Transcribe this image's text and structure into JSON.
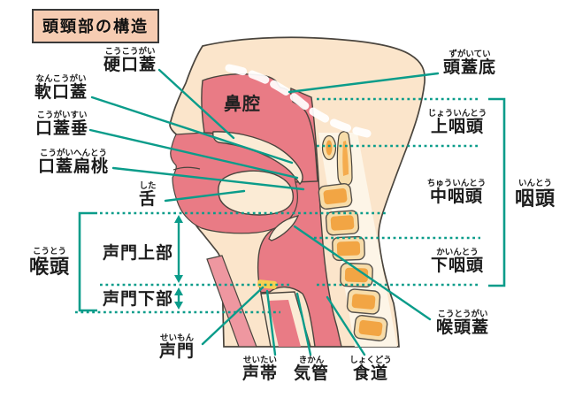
{
  "title": "頭頸部の構造",
  "colors": {
    "teal_accent": "#0a9c8a",
    "skin": "#fbe5cb",
    "cavity_pink": "#e97b85",
    "structure_cream": "#fbebd5",
    "vertebra_orange": "#f2a544",
    "vertebra_ring": "#f7dca9",
    "glottis_yellow": "#f7cf52",
    "outline": "#4a453e",
    "title_box_bg": "#f6ccb2"
  },
  "figure": {
    "nasal_cavity": "鼻腔"
  },
  "labels": {
    "hard_palate": {
      "furigana": "こうこうがい",
      "text": "硬口蓋"
    },
    "soft_palate": {
      "furigana": "なんこうがい",
      "text": "軟口蓋"
    },
    "uvula": {
      "furigana": "こうがいすい",
      "text": "口蓋垂"
    },
    "palatine_tonsil": {
      "furigana": "こうがいへんとう",
      "text": "口蓋扁桃"
    },
    "tongue": {
      "furigana": "した",
      "text": "舌"
    },
    "skull_base": {
      "furigana": "ずがいてい",
      "text": "頭蓋底"
    },
    "nasopharynx": {
      "furigana": "じょういんとう",
      "text": "上咽頭"
    },
    "oropharynx": {
      "furigana": "ちゅういんとう",
      "text": "中咽頭"
    },
    "pharynx": {
      "furigana": "いんとう",
      "text": "咽頭"
    },
    "hypopharynx": {
      "furigana": "かいんとう",
      "text": "下咽頭"
    },
    "epiglottis": {
      "furigana": "こうとうがい",
      "text": "喉頭蓋"
    },
    "larynx": {
      "furigana": "こうとう",
      "text": "喉頭"
    },
    "supraglottis": {
      "text": "声門上部"
    },
    "subglottis": {
      "text": "声門下部"
    },
    "glottis": {
      "furigana": "せいもん",
      "text": "声門"
    },
    "vocal_cords": {
      "furigana": "せいたい",
      "text": "声帯"
    },
    "trachea": {
      "furigana": "きかん",
      "text": "気管"
    },
    "esophagus": {
      "furigana": "しょくどう",
      "text": "食道"
    }
  }
}
